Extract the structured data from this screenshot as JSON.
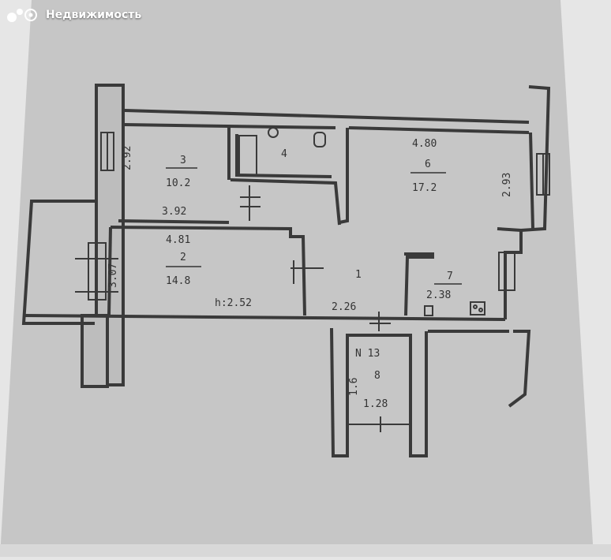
{
  "site": {
    "brand": "Недвижимость",
    "logo_icon": "avito-dots-icon"
  },
  "plan": {
    "apartment_number": "N 13",
    "ceiling_height": "h:2.52",
    "rooms": [
      {
        "number": "3",
        "area": "10.2"
      },
      {
        "number": "4",
        "area": ""
      },
      {
        "number": "6",
        "area": "17.2"
      },
      {
        "number": "2",
        "area": "14.8"
      },
      {
        "number": "1",
        "area": ""
      },
      {
        "number": "7",
        "area": "2.38"
      },
      {
        "number": "8",
        "area": "1.28"
      }
    ],
    "dimensions": {
      "room3_height": "2.92",
      "room3_width": "3.92",
      "room6_width": "4.80",
      "room6_height": "2.93",
      "room2_width": "4.81",
      "room2_height": "3.07",
      "hall_width": "2.26",
      "storage_side": "1.6"
    }
  },
  "colors": {
    "paper": "#c9c9c9",
    "background": "#e6e6e6",
    "ink": "#3a3a3a"
  }
}
